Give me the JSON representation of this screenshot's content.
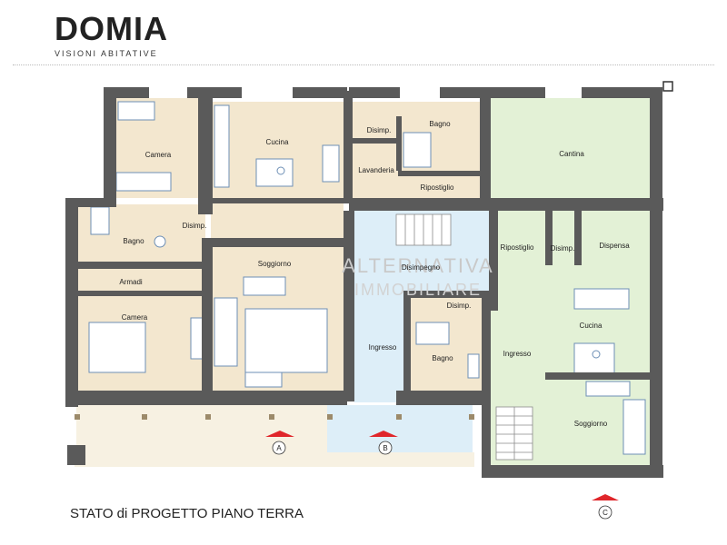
{
  "brand": {
    "name": "DOMIA",
    "tagline": "VISIONI ABITATIVE"
  },
  "rooms": {
    "camera1": "Camera",
    "cucina1": "Cucina",
    "disimp_top": "Disimp.",
    "bagno_top": "Bagno",
    "lavanderia": "Lavanderia",
    "ripostiglio_top": "Ripostiglio",
    "cantina": "Cantina",
    "bagno_left": "Bagno",
    "disimp_left": "Disimp.",
    "armadi": "Armadi",
    "camera2": "Camera",
    "soggiorno1": "Soggiorno",
    "disimpegno": "Disimpegno",
    "ingresso1": "Ingresso",
    "disimp_mid": "Disimp.",
    "bagno_mid": "Bagno",
    "ripostiglio_right": "Ripostiglio",
    "disimp_right": "Disimp.",
    "dispensa": "Dispensa",
    "cucina2": "Cucina",
    "ingresso2": "Ingresso",
    "soggiorno2": "Soggiorno"
  },
  "markers": {
    "a": "A",
    "b": "B",
    "c": "C"
  },
  "watermark": {
    "line1": "ALTERNATIVA",
    "line2": "IMMOBILIARE"
  },
  "caption": "STATO di PROGETTO PIANO TERRA",
  "colors": {
    "wall": "#5a5a5a",
    "beige": "#f3e7cf",
    "green": "#e3f1d6",
    "blue": "#ddeef8",
    "grey": "#eeeeee",
    "marker": "#e0262b"
  }
}
